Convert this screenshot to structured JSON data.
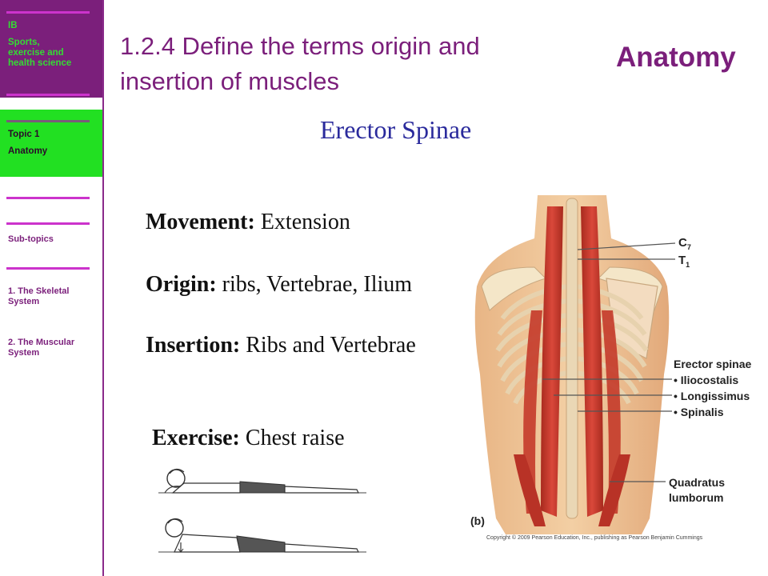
{
  "sidebar": {
    "course": [
      "IB",
      "Sports,",
      "exercise and",
      "health science"
    ],
    "topic": [
      "Topic 1",
      "Anatomy"
    ],
    "subtopics_heading": "Sub-topics",
    "items": [
      [
        "1. The Skeletal",
        "System"
      ],
      [
        "2. The Muscular",
        "System"
      ]
    ]
  },
  "header": {
    "title_line1": "1.2.4 Define the terms origin and",
    "title_line2": "insertion of muscles",
    "section": "Anatomy"
  },
  "main": {
    "subtitle": "Erector Spinae",
    "facts": [
      {
        "label": "Movement:",
        "value": " Extension"
      },
      {
        "label": "Origin:",
        "value": " ribs, Vertebrae, Ilium"
      },
      {
        "label": "Insertion:",
        "value": " Ribs and Vertebrae"
      },
      {
        "label": "Exercise:",
        "value": " Chest raise"
      }
    ]
  },
  "figure": {
    "labels": {
      "c7": "C",
      "c7_sub": "7",
      "t1": "T",
      "t1_sub": "1",
      "erector": "Erector spinae",
      "iliocostalis": "• Iliocostalis",
      "longissimus": "• Longissimus",
      "spinalis": "• Spinalis",
      "quadratus1": "Quadratus",
      "quadratus2": "lumborum",
      "panel": "(b)",
      "copyright": "Copyright © 2009 Pearson Education, Inc., publishing as Pearson Benjamin Cummings"
    }
  },
  "colors": {
    "purple": "#7b1f7b",
    "green": "#22e022",
    "blue_title": "#2a2a9c",
    "muscle": "#c43a2a",
    "bone": "#f0d9b0"
  }
}
